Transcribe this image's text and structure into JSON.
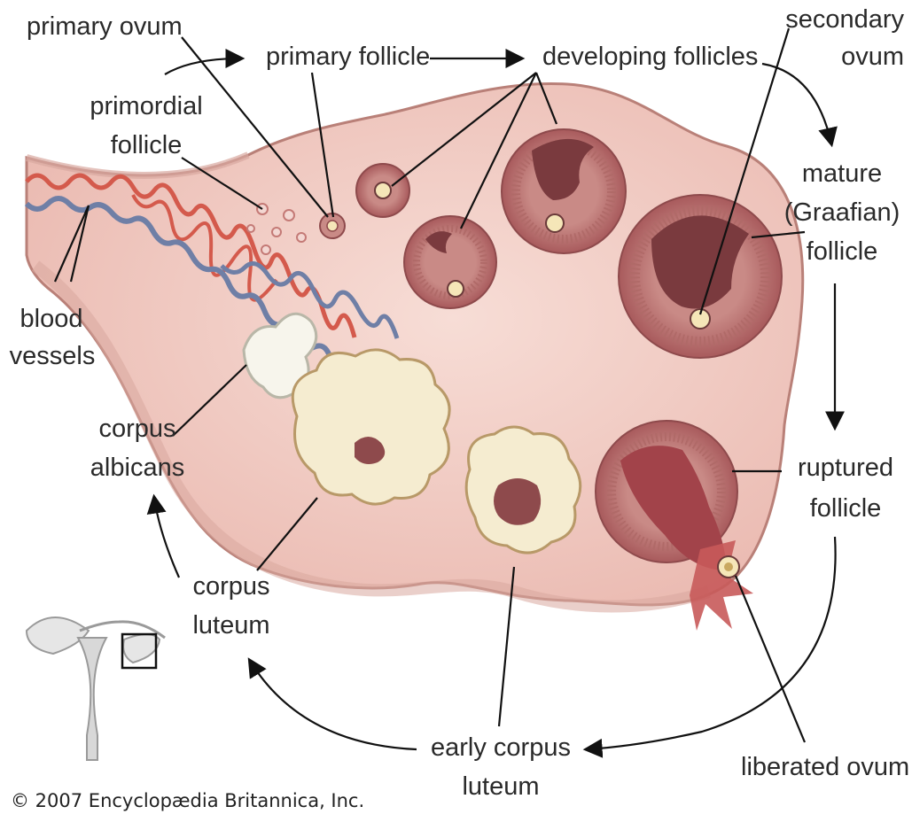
{
  "labels": {
    "primary_ovum": "primary ovum",
    "primary_follicle": "primary follicle",
    "developing_follicles": "developing follicles",
    "secondary_ovum_1": "secondary",
    "secondary_ovum_2": "ovum",
    "primordial_1": "primordial",
    "primordial_2": "follicle",
    "blood_vessels_1": "blood",
    "blood_vessels_2": "vessels",
    "mature_1": "mature",
    "mature_2": "(Graafian)",
    "mature_3": "follicle",
    "corpus_albicans_1": "corpus",
    "corpus_albicans_2": "albicans",
    "ruptured_1": "ruptured",
    "ruptured_2": "follicle",
    "corpus_luteum_1": "corpus",
    "corpus_luteum_2": "luteum",
    "early_cl_1": "early corpus",
    "early_cl_2": "luteum",
    "liberated_ovum": "liberated ovum"
  },
  "credit": "© 2007 Encyclopædia Britannica, Inc.",
  "colors": {
    "ovary": "#f2cfc8",
    "ovary_edge": "#c98e86",
    "follicle": "#c47a76",
    "follicle_dark": "#8e4a4c",
    "artery": "#d45a4c",
    "vein": "#6f7fa6",
    "corpus": "#f5ecd0"
  }
}
